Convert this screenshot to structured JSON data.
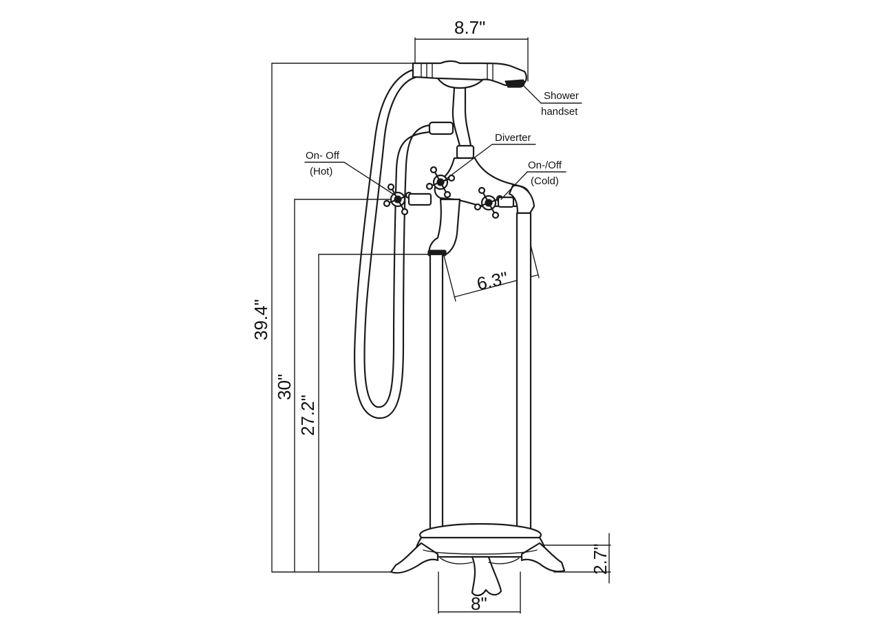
{
  "dimensions": {
    "handset_width": "8.7\"",
    "total_height": "39.4\"",
    "handle_height": "30\"",
    "spout_height": "27.2\"",
    "spout_reach": "6.3\"",
    "base_width": "8\"",
    "base_height": "2.7\""
  },
  "labels": {
    "shower_line1": "Shower",
    "shower_line2": "handset",
    "diverter": "Diverter",
    "hot_line1": "On- Off",
    "hot_line2": "(Hot)",
    "cold_line1": "On-/Off",
    "cold_line2": "(Cold)"
  }
}
